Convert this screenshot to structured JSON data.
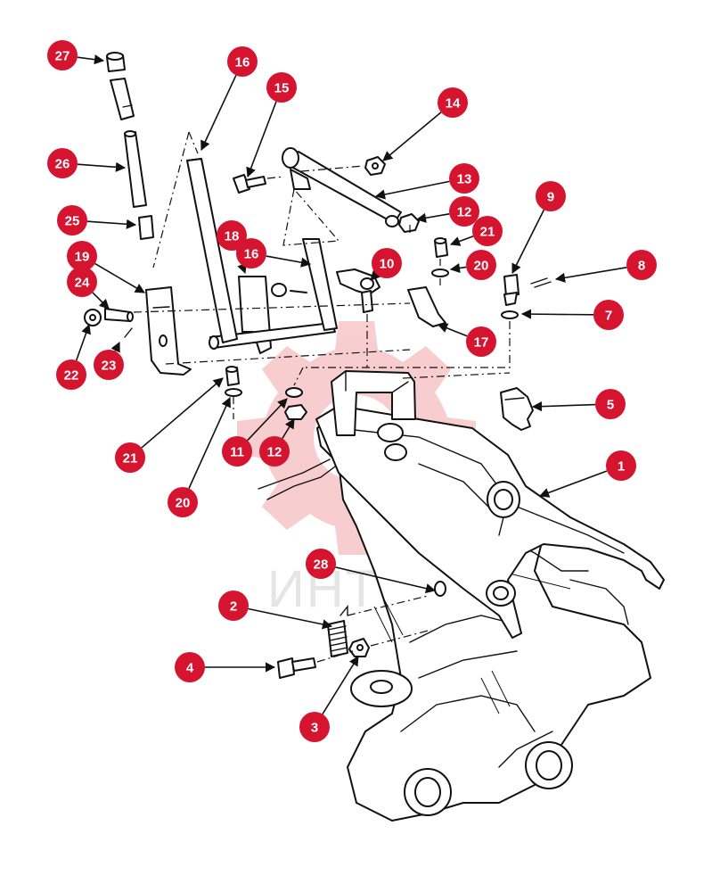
{
  "diagram": {
    "watermark": {
      "text": "ИНТЕХ",
      "color": "#f3a6a8",
      "text_color": "#d0d0d0"
    },
    "callout_color": "#d5142f",
    "callout_text_color": "#ffffff",
    "callouts": [
      {
        "label": "27"
      },
      {
        "label": "16"
      },
      {
        "label": "15"
      },
      {
        "label": "14"
      },
      {
        "label": "26"
      },
      {
        "label": "13"
      },
      {
        "label": "12"
      },
      {
        "label": "9"
      },
      {
        "label": "25"
      },
      {
        "label": "21"
      },
      {
        "label": "18"
      },
      {
        "label": "16"
      },
      {
        "label": "10"
      },
      {
        "label": "20"
      },
      {
        "label": "8"
      },
      {
        "label": "19"
      },
      {
        "label": "24"
      },
      {
        "label": "7"
      },
      {
        "label": "22"
      },
      {
        "label": "23"
      },
      {
        "label": "17"
      },
      {
        "label": "5"
      },
      {
        "label": "21"
      },
      {
        "label": "11"
      },
      {
        "label": "12"
      },
      {
        "label": "20"
      },
      {
        "label": "1"
      },
      {
        "label": "28"
      },
      {
        "label": "2"
      },
      {
        "label": "4"
      },
      {
        "label": "3"
      }
    ]
  }
}
